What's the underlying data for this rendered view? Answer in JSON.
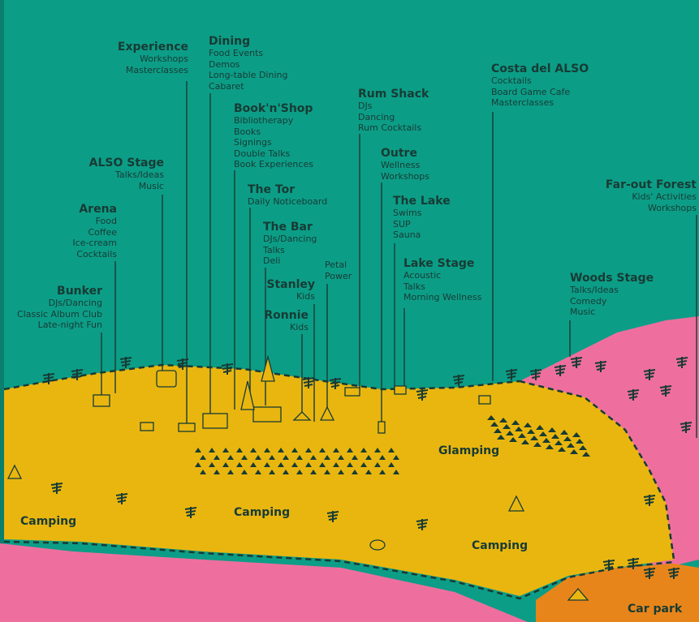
{
  "venues": [
    {
      "id": "experience",
      "title": "Experience",
      "items": [
        "Workshops",
        "Masterclasses"
      ]
    },
    {
      "id": "dining",
      "title": "Dining",
      "items": [
        "Food Events",
        "Demos",
        "Long-table Dining",
        "Cabaret"
      ]
    },
    {
      "id": "bookshop",
      "title": "Book'n'Shop",
      "items": [
        "Bibliotherapy",
        "Books",
        "Signings",
        "Double Talks",
        "Book Experiences"
      ]
    },
    {
      "id": "rumshack",
      "title": "Rum Shack",
      "items": [
        "DJs",
        "Dancing",
        "Rum Cocktails"
      ]
    },
    {
      "id": "costa",
      "title": "Costa del ALSO",
      "items": [
        "Cocktails",
        "Board Game Cafe",
        "Masterclasses"
      ]
    },
    {
      "id": "outre",
      "title": "Outre",
      "items": [
        "Wellness",
        "Workshops"
      ]
    },
    {
      "id": "alsostage",
      "title": "ALSO Stage",
      "items": [
        "Talks/Ideas",
        "Music"
      ]
    },
    {
      "id": "thetor",
      "title": "The Tor",
      "items": [
        "Daily Noticeboard"
      ]
    },
    {
      "id": "thelake",
      "title": "The Lake",
      "items": [
        "Swims",
        "SUP",
        "Sauna"
      ]
    },
    {
      "id": "faroutforest",
      "title": "Far-out Forest",
      "items": [
        "Kids' Activities",
        "Workshops"
      ]
    },
    {
      "id": "arena",
      "title": "Arena",
      "items": [
        "Food",
        "Coffee",
        "Ice-cream",
        "Cocktails"
      ]
    },
    {
      "id": "thebar",
      "title": "The Bar",
      "items": [
        "DJs/Dancing",
        "Talks",
        "Deli"
      ]
    },
    {
      "id": "petal",
      "title": "",
      "items": [
        "Petal",
        "Power"
      ]
    },
    {
      "id": "lakestage",
      "title": "Lake Stage",
      "items": [
        "Acoustic",
        "Talks",
        "Morning Wellness"
      ]
    },
    {
      "id": "woodsstage",
      "title": "Woods Stage",
      "items": [
        "Talks/Ideas",
        "Comedy",
        "Music"
      ]
    },
    {
      "id": "stanley",
      "title": "Stanley",
      "items": [
        "Kids"
      ]
    },
    {
      "id": "bunker",
      "title": "Bunker",
      "items": [
        "DJs/Dancing",
        "Classic Album Club",
        "Late-night Fun"
      ]
    },
    {
      "id": "ronnie",
      "title": "Ronnie",
      "items": [
        "Kids"
      ]
    }
  ],
  "zones": [
    {
      "id": "camping1",
      "label": "Camping"
    },
    {
      "id": "camping2",
      "label": "Camping"
    },
    {
      "id": "camping3",
      "label": "Camping"
    },
    {
      "id": "glamping",
      "label": "Glamping"
    },
    {
      "id": "carpark",
      "label": "Car park"
    }
  ],
  "colors": {
    "water": "#0c9d87",
    "field": "#e9b60f",
    "forest": "#ee6f9e",
    "carpark": "#e8851a",
    "ink": "#173b34"
  }
}
